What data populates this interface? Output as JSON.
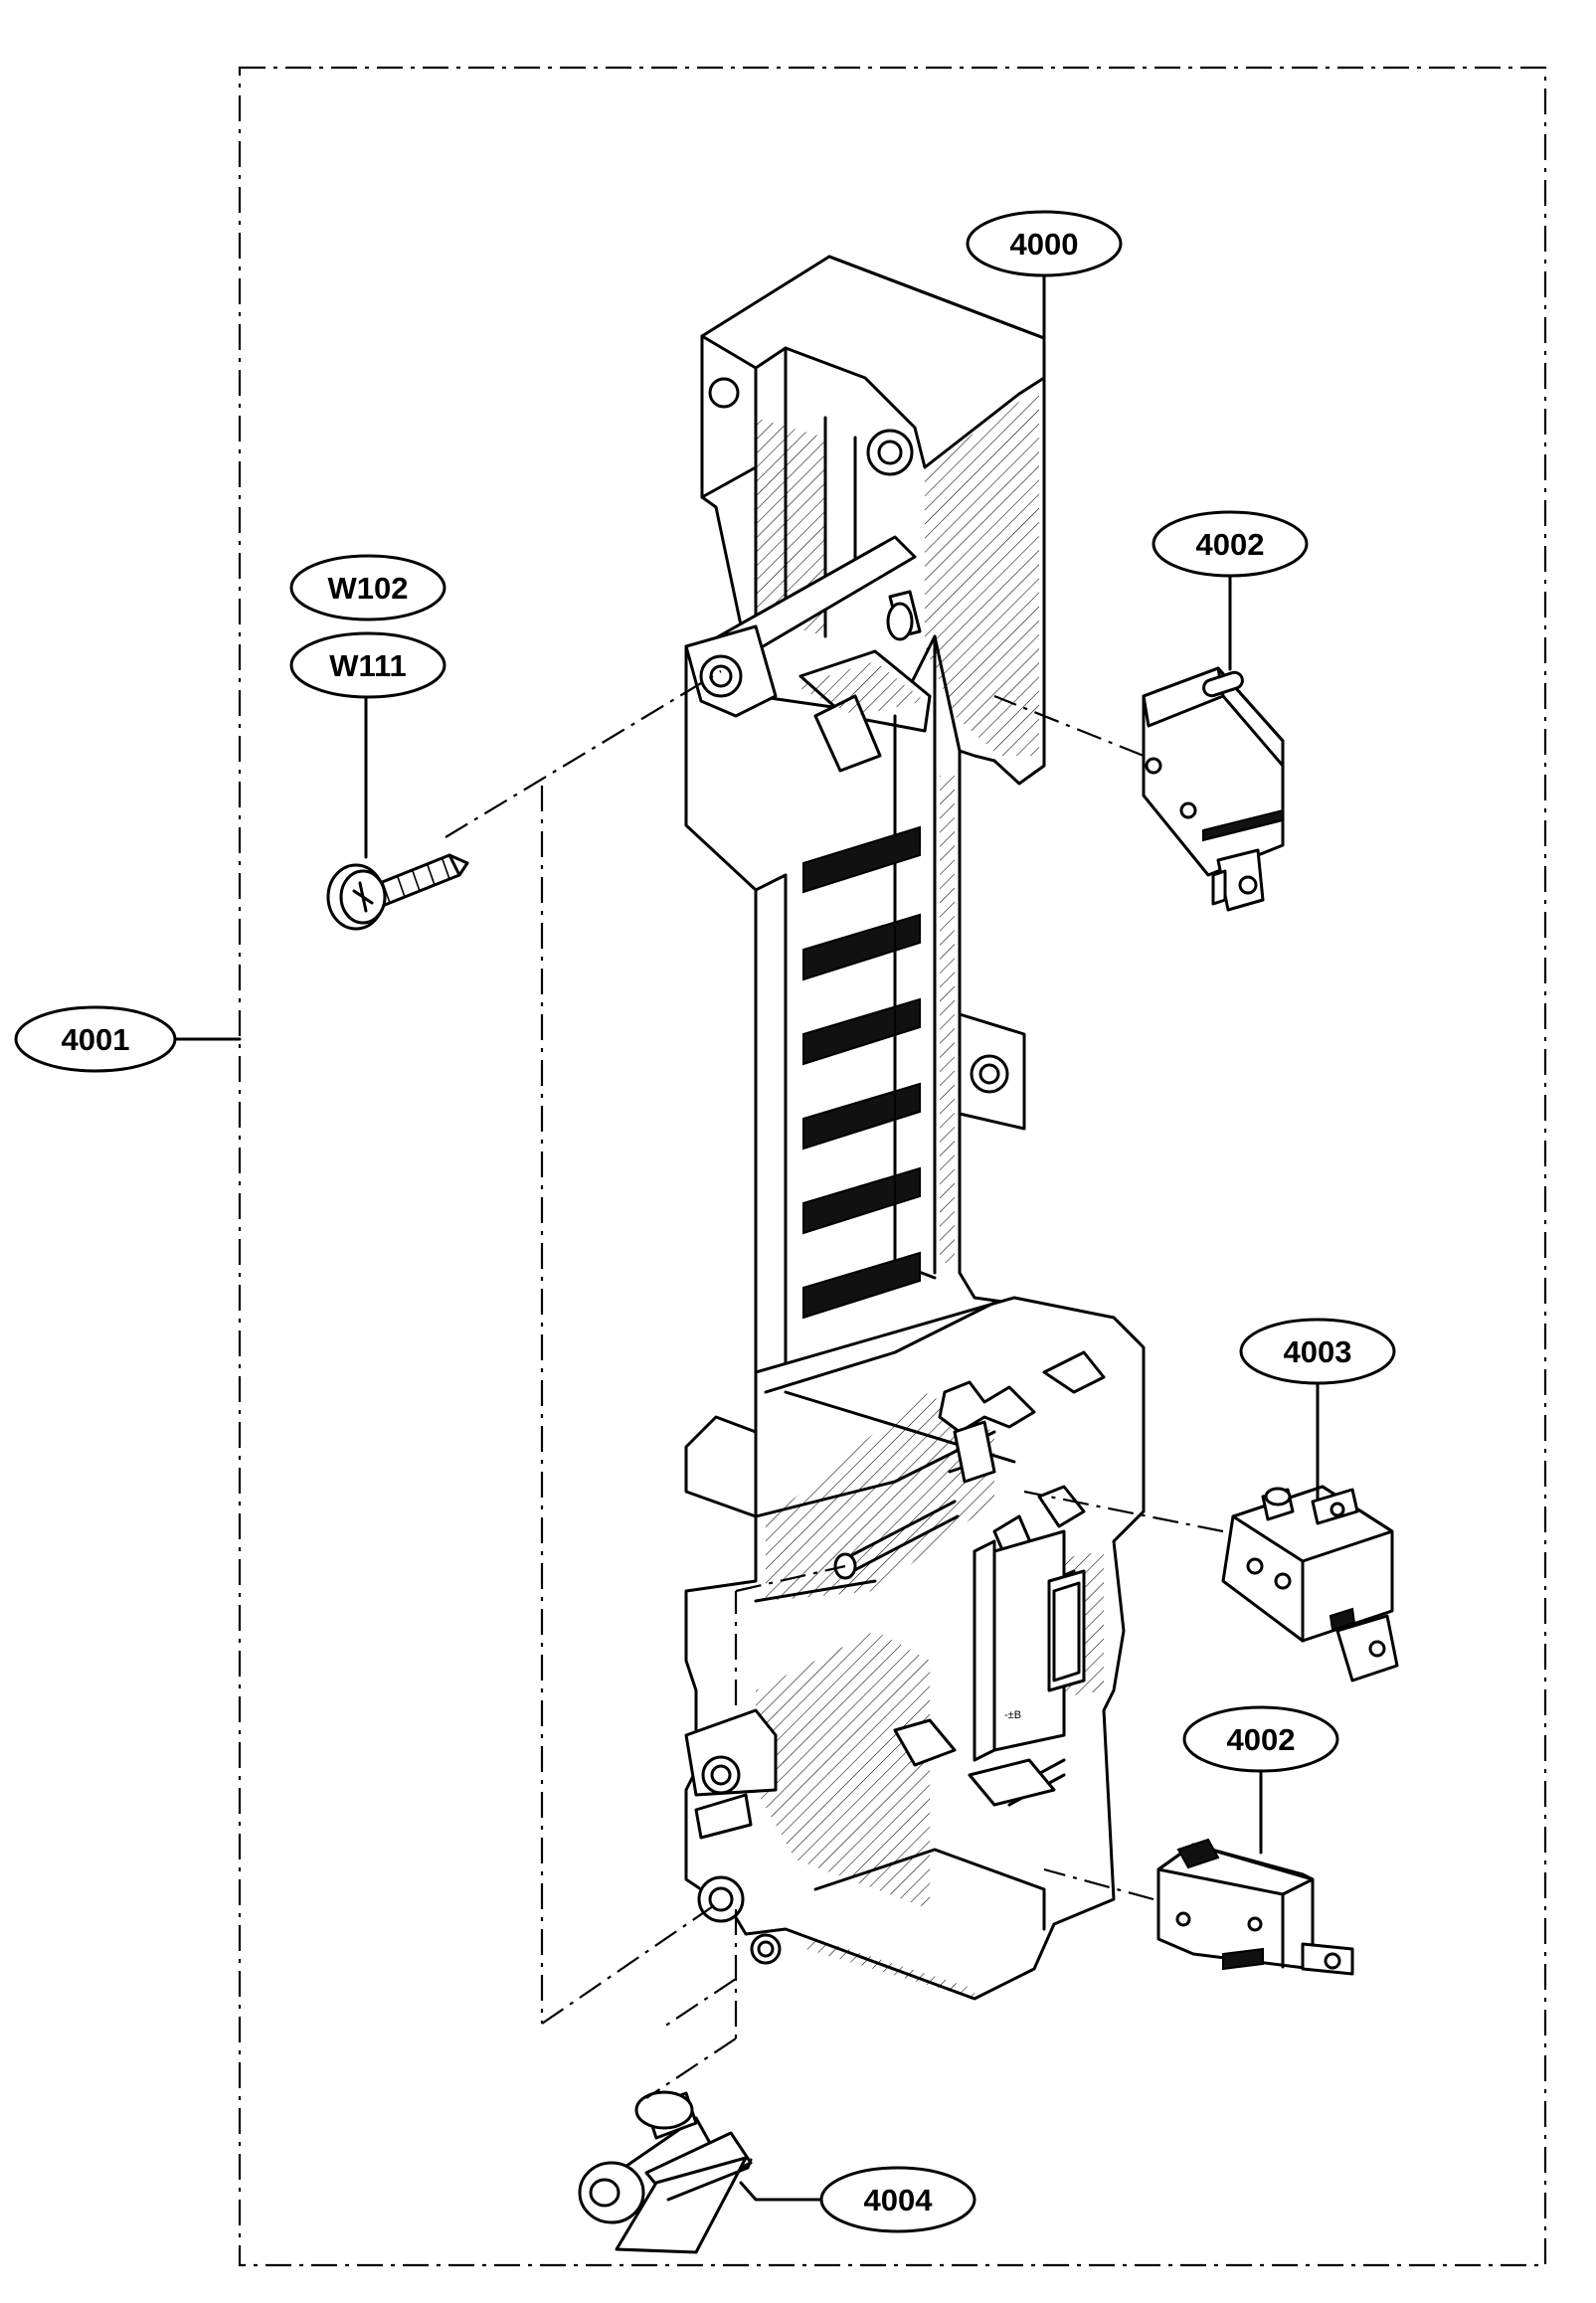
{
  "callouts": {
    "part_4000": "4000",
    "part_4001": "4001",
    "part_4002_top": "4002",
    "part_4002_bottom": "4002",
    "part_4003": "4003",
    "part_4004": "4004",
    "part_w102": "W102",
    "part_w111": "W111"
  },
  "housing_text": "-±B"
}
